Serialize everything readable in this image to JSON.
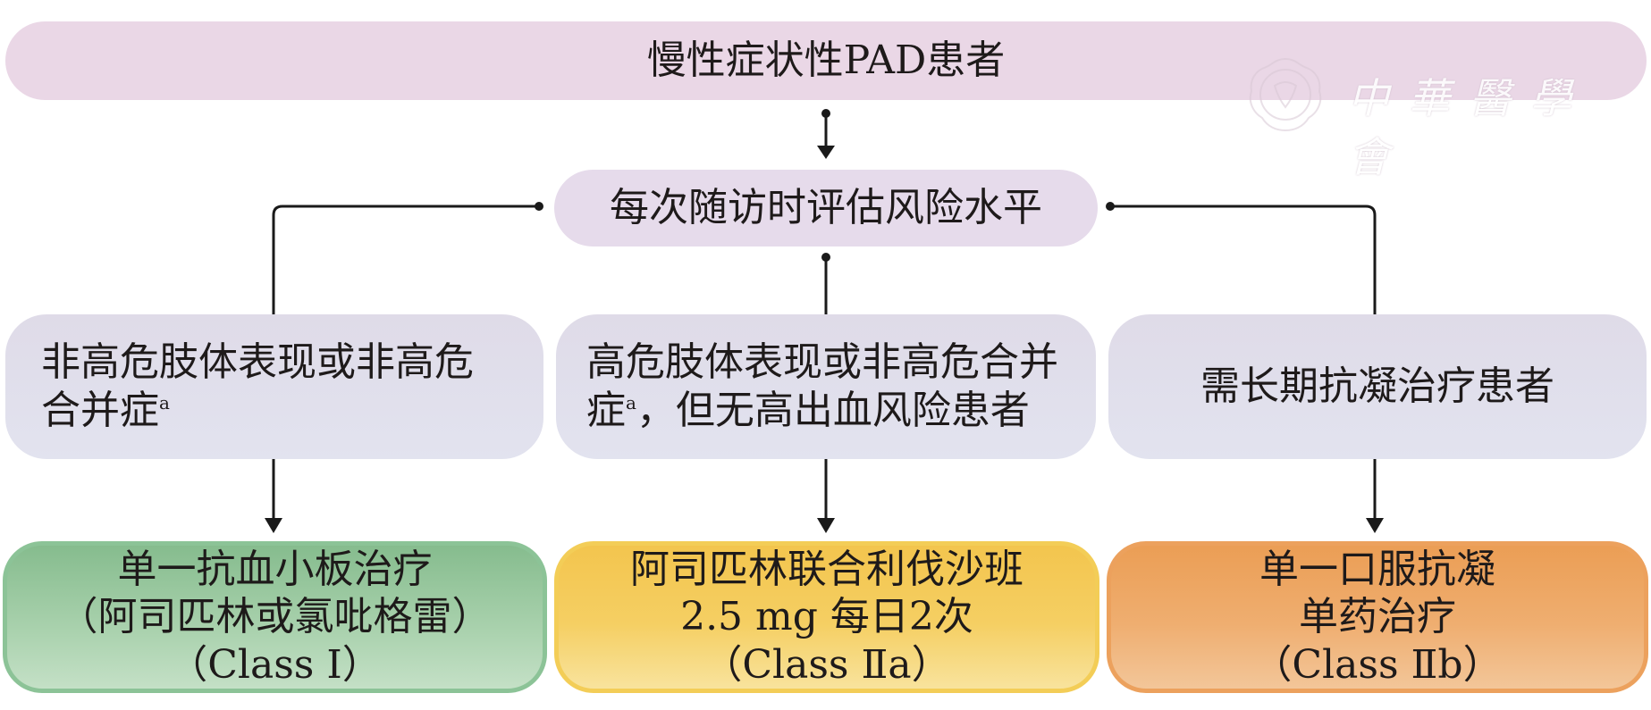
{
  "diagram": {
    "root": {
      "text": "慢性症状性PAD患者"
    },
    "assessment": {
      "text": "每次随访时评估风险水平"
    },
    "conditions": [
      {
        "line1": "非高危肢体表现或非高危",
        "line2": "合并症",
        "sup": "a",
        "line2_tail": ""
      },
      {
        "line1": "高危肢体表现或非高危合并",
        "line2": "症",
        "sup": "a",
        "line2_tail": "，但无高出血风险患者"
      },
      {
        "line1": "需长期抗凝治疗患者"
      }
    ],
    "treatments": [
      {
        "lines": [
          "单一抗血小板治疗",
          "（阿司匹林或氯吡格雷）",
          "（Class Ⅰ）"
        ],
        "color": "#a8d1ad"
      },
      {
        "lines": [
          "阿司匹林联合利伐沙班",
          "2.5 mg 每日2次",
          "（Class Ⅱa）"
        ],
        "color": "#f5cf63"
      },
      {
        "lines": [
          "单一口服抗凝",
          "单药治疗",
          "（Class Ⅱb）"
        ],
        "color": "#efae70"
      }
    ]
  },
  "watermark": {
    "text": "中華醫學會",
    "icon": "society-seal-icon"
  }
}
